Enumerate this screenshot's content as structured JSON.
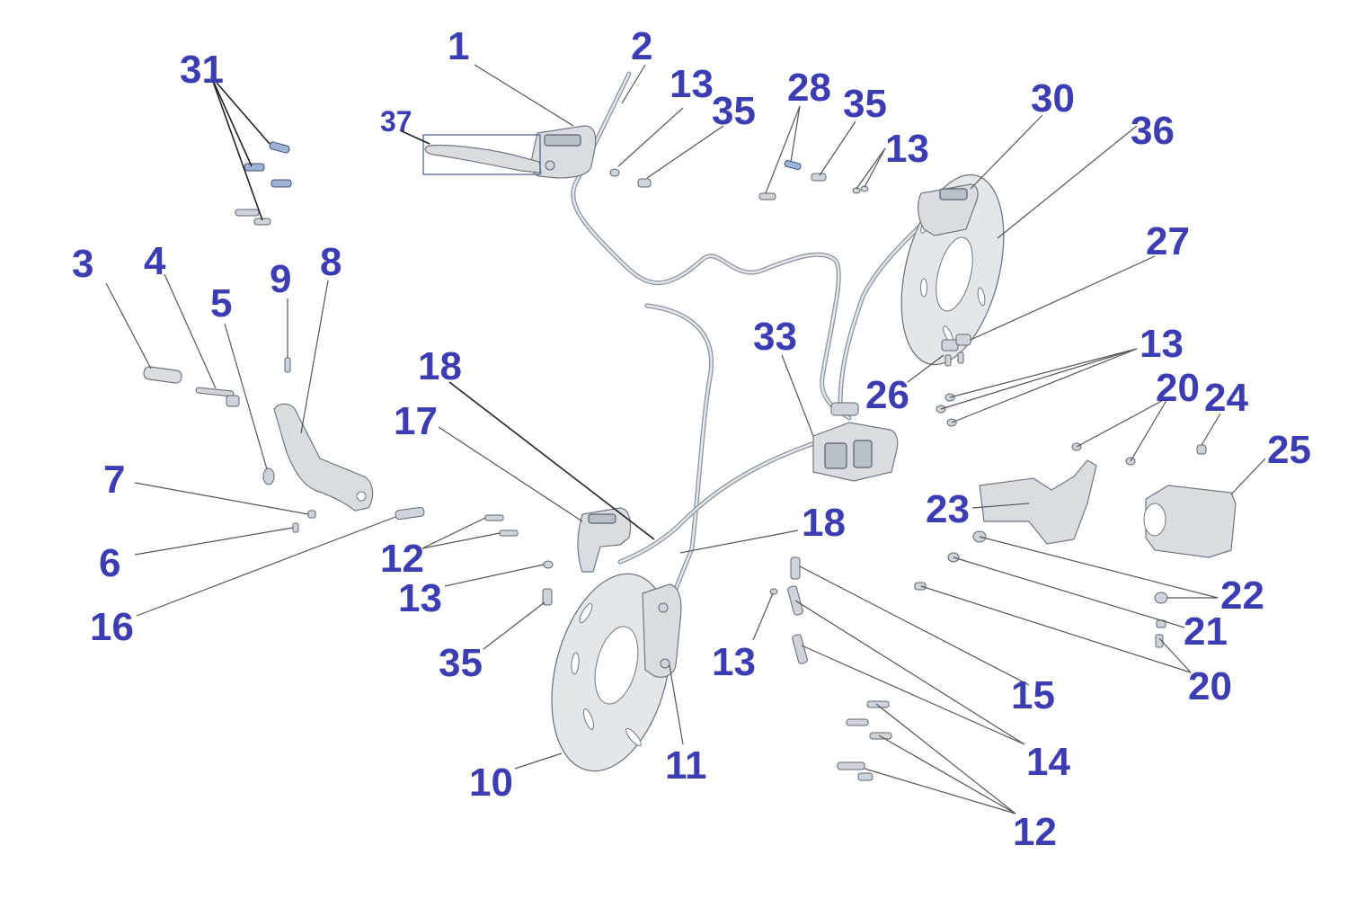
{
  "callouts": [
    {
      "id": "c1",
      "label": "1"
    },
    {
      "id": "c2",
      "label": "2"
    },
    {
      "id": "c13a",
      "label": "13"
    },
    {
      "id": "c35a",
      "label": "35"
    },
    {
      "id": "c28",
      "label": "28"
    },
    {
      "id": "c35b",
      "label": "35"
    },
    {
      "id": "c13b",
      "label": "13"
    },
    {
      "id": "c30",
      "label": "30"
    },
    {
      "id": "c36",
      "label": "36"
    },
    {
      "id": "c31",
      "label": "31"
    },
    {
      "id": "c37",
      "label": "37"
    },
    {
      "id": "c3",
      "label": "3"
    },
    {
      "id": "c4",
      "label": "4"
    },
    {
      "id": "c5",
      "label": "5"
    },
    {
      "id": "c9",
      "label": "9"
    },
    {
      "id": "c8",
      "label": "8"
    },
    {
      "id": "c27",
      "label": "27"
    },
    {
      "id": "c33",
      "label": "33"
    },
    {
      "id": "c18a",
      "label": "18"
    },
    {
      "id": "c13c",
      "label": "13"
    },
    {
      "id": "c26",
      "label": "26"
    },
    {
      "id": "c20a",
      "label": "20"
    },
    {
      "id": "c24",
      "label": "24"
    },
    {
      "id": "c17",
      "label": "17"
    },
    {
      "id": "c25",
      "label": "25"
    },
    {
      "id": "c7",
      "label": "7"
    },
    {
      "id": "c23",
      "label": "23"
    },
    {
      "id": "c18b",
      "label": "18"
    },
    {
      "id": "c6",
      "label": "6"
    },
    {
      "id": "c12a",
      "label": "12"
    },
    {
      "id": "c13d",
      "label": "13"
    },
    {
      "id": "c16",
      "label": "16"
    },
    {
      "id": "c22",
      "label": "22"
    },
    {
      "id": "c21",
      "label": "21"
    },
    {
      "id": "c35c",
      "label": "35"
    },
    {
      "id": "c13e",
      "label": "13"
    },
    {
      "id": "c20b",
      "label": "20"
    },
    {
      "id": "c15",
      "label": "15"
    },
    {
      "id": "c14",
      "label": "14"
    },
    {
      "id": "c11",
      "label": "11"
    },
    {
      "id": "c10",
      "label": "10"
    },
    {
      "id": "c12b",
      "label": "12"
    }
  ]
}
